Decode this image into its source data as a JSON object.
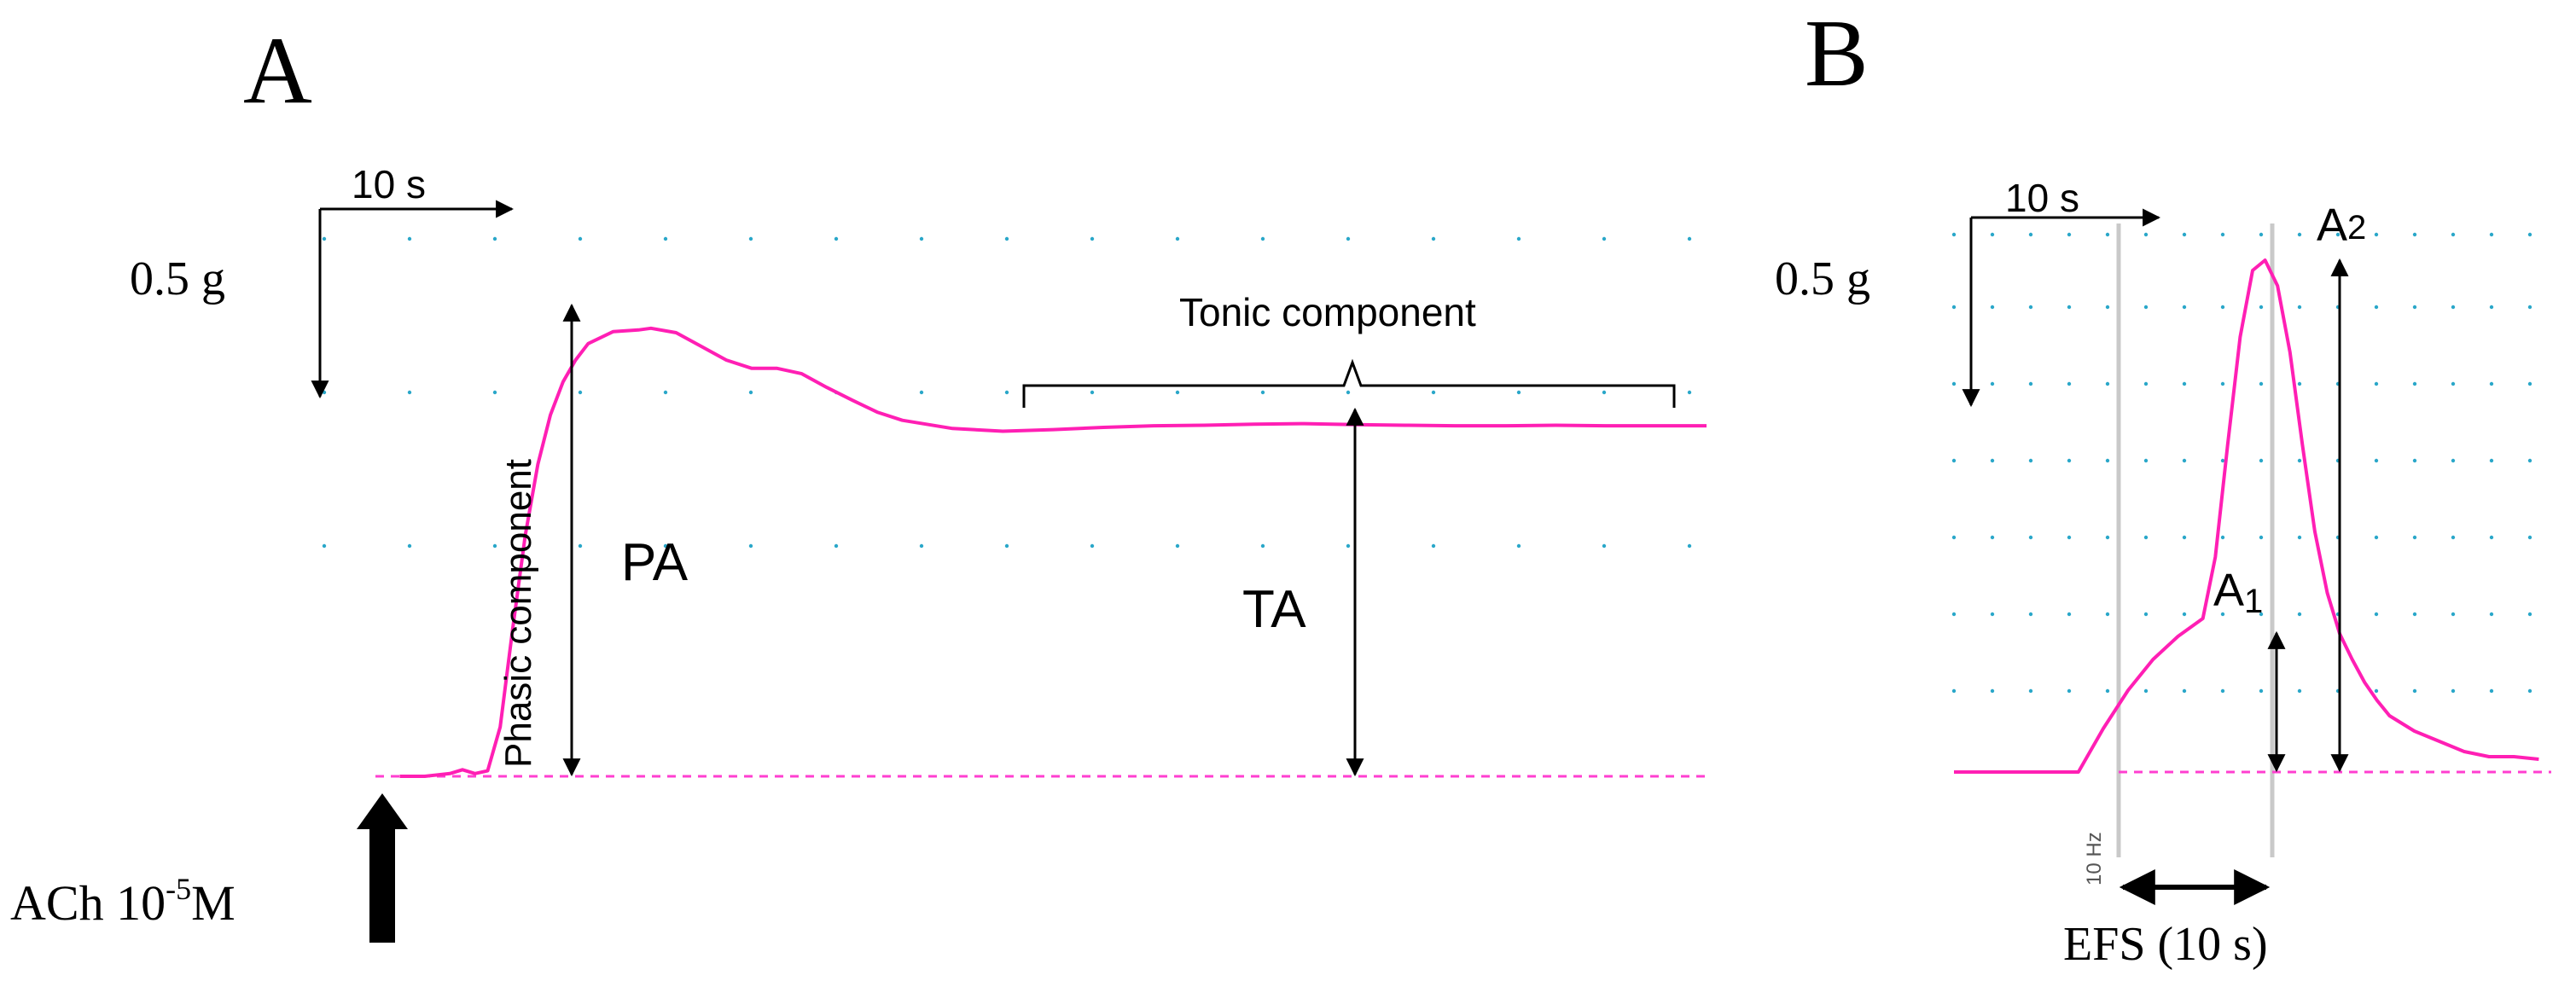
{
  "colors": {
    "trace": "#ff1fb4",
    "baseline": "#ff3fd0",
    "grid_dots": "#2aa7c9",
    "annotation": "#000000",
    "stim_line": "#c9c9c9"
  },
  "chart_data": [
    {
      "panel_label": "A",
      "type": "line",
      "title": "",
      "xlabel": "",
      "ylabel": "",
      "scale_bars": {
        "time": "10 s",
        "force": "0.5 g"
      },
      "stimulus_label_main": "ACh 10",
      "stimulus_label_sup": "-5",
      "stimulus_label_tail": "M",
      "annotations": {
        "phasic_component": "Phasic component",
        "phasic_amplitude": "PA",
        "tonic_component": "Tonic component",
        "tonic_amplitude": "TA"
      },
      "series": [
        {
          "x": [
            0,
            2,
            4,
            5,
            6,
            7,
            8,
            9,
            10,
            11,
            12,
            13,
            14,
            15,
            17,
            19,
            20,
            22,
            24,
            26,
            28,
            30,
            32,
            34,
            36,
            38,
            40,
            44,
            48,
            52,
            56,
            60,
            64,
            68,
            72,
            76,
            80,
            84,
            88,
            92,
            96,
            100,
            104
          ],
          "y": [
            0.0,
            0.0,
            0.005,
            0.012,
            0.005,
            0.01,
            0.09,
            0.27,
            0.44,
            0.57,
            0.66,
            0.72,
            0.76,
            0.79,
            0.812,
            0.815,
            0.818,
            0.81,
            0.785,
            0.76,
            0.745,
            0.745,
            0.735,
            0.71,
            0.687,
            0.665,
            0.65,
            0.635,
            0.63,
            0.633,
            0.637,
            0.64,
            0.641,
            0.643,
            0.644,
            0.642,
            0.641,
            0.64,
            0.64,
            0.641,
            0.64,
            0.64,
            0.64
          ]
        }
      ],
      "xlim": [
        -6,
        104
      ],
      "ylim": [
        0,
        1.0
      ]
    },
    {
      "panel_label": "B",
      "type": "line",
      "title": "",
      "xlabel": "",
      "ylabel": "",
      "scale_bars": {
        "time": "10 s",
        "force": "0.5 g"
      },
      "frequency_label": "10 Hz",
      "stimulus_label": "EFS (10 s)",
      "annotations": {
        "a1_base": "A",
        "a1_sub": "1",
        "a2_base": "A",
        "a2_sub": "2"
      },
      "series": [
        {
          "x": [
            -10,
            -4,
            0,
            2,
            4,
            6,
            8,
            10,
            11,
            12,
            13,
            14,
            15,
            16,
            17,
            18,
            19,
            20,
            21,
            22,
            23,
            24,
            25,
            27,
            29,
            31,
            33,
            35,
            37
          ],
          "y": [
            0.0,
            0.0,
            0.0,
            0.085,
            0.16,
            0.22,
            0.265,
            0.3,
            0.42,
            0.64,
            0.85,
            0.98,
            1.0,
            0.95,
            0.82,
            0.64,
            0.47,
            0.35,
            0.27,
            0.22,
            0.175,
            0.14,
            0.11,
            0.08,
            0.06,
            0.04,
            0.03,
            0.03,
            0.025
          ]
        }
      ],
      "xlim": [
        -10,
        38
      ],
      "ylim": [
        0,
        1.05
      ]
    }
  ]
}
